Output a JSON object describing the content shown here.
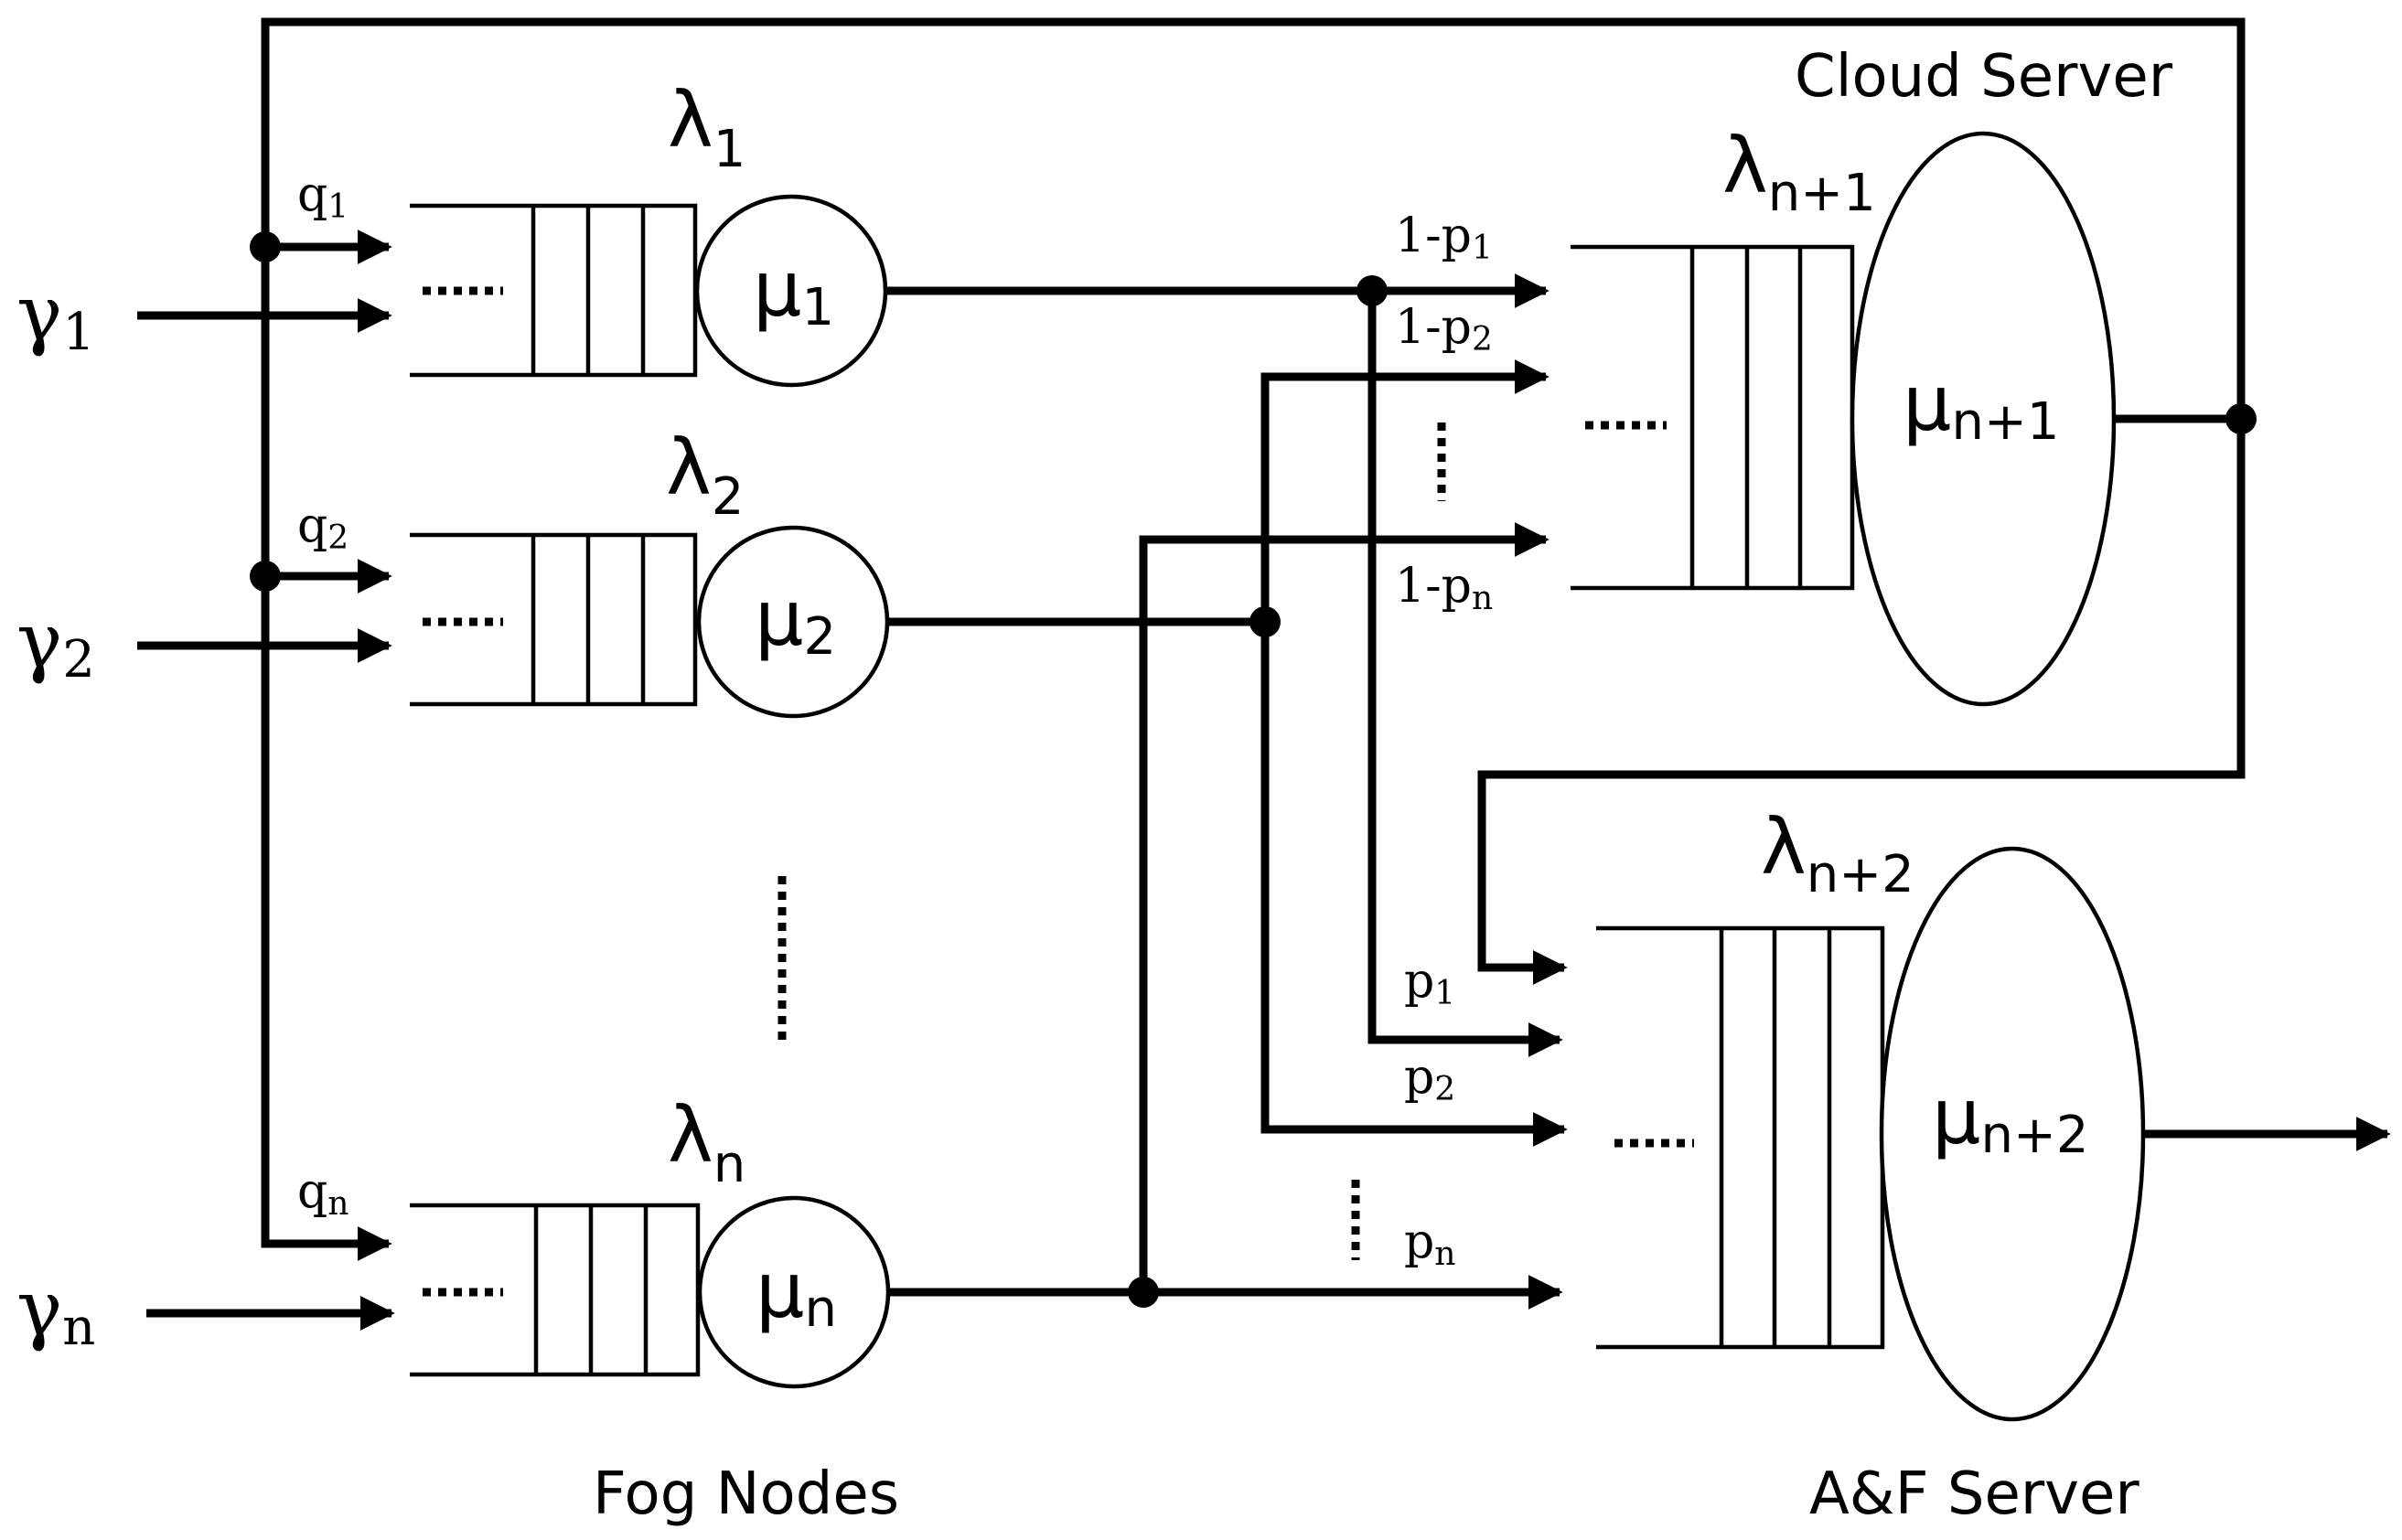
{
  "labels": {
    "cloud_server": "Cloud Server",
    "fog_nodes": "Fog Nodes",
    "af_server": "A&F Server"
  },
  "fog_nodes": [
    {
      "gamma_base": "γ",
      "gamma_sub": "1",
      "lambda_base": "λ",
      "lambda_sub": "1",
      "mu_base": "μ",
      "mu_sub": "1",
      "q_base": "q",
      "q_sub": "1"
    },
    {
      "gamma_base": "γ",
      "gamma_sub": "2",
      "lambda_base": "λ",
      "lambda_sub": "2",
      "mu_base": "μ",
      "mu_sub": "2",
      "q_base": "q",
      "q_sub": "2"
    },
    {
      "gamma_base": "γ",
      "gamma_sub": "n",
      "lambda_base": "λ",
      "lambda_sub": "n",
      "mu_base": "μ",
      "mu_sub": "n",
      "q_base": "q",
      "q_sub": "n"
    }
  ],
  "cloud": {
    "lambda_base": "λ",
    "lambda_sub": "n+1",
    "mu_base": "μ",
    "mu_sub": "n+1",
    "routes": [
      {
        "base": "1-p",
        "sub": "1"
      },
      {
        "base": "1-p",
        "sub": "2"
      },
      {
        "base": "1-p",
        "sub": "n"
      }
    ]
  },
  "af": {
    "lambda_base": "λ",
    "lambda_sub": "n+2",
    "mu_base": "μ",
    "mu_sub": "n+2",
    "routes": [
      {
        "base": "p",
        "sub": "1"
      },
      {
        "base": "p",
        "sub": "2"
      },
      {
        "base": "p",
        "sub": "n"
      }
    ]
  }
}
